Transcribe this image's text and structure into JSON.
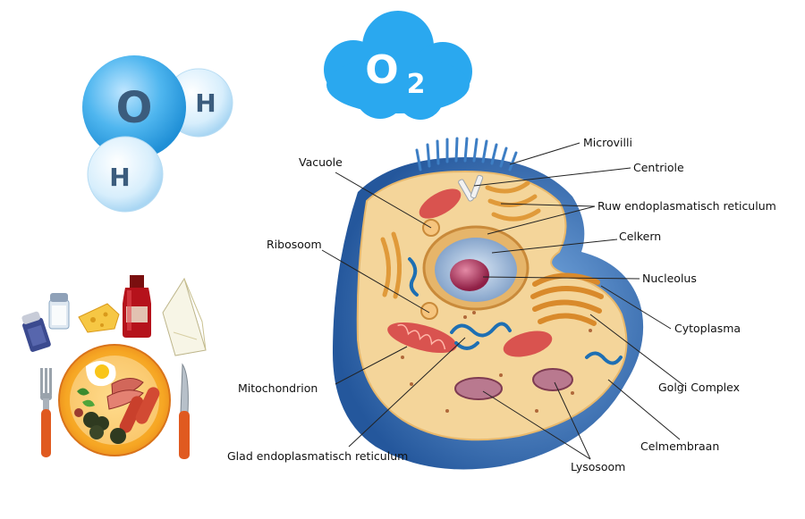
{
  "molecule": {
    "oxygen": "O",
    "hydrogen_top": "H",
    "hydrogen_bottom": "H"
  },
  "o2_cloud": {
    "symbol": "O",
    "subscript": "2"
  },
  "colors": {
    "water_blue": "#3aa7e6",
    "cloud_blue": "#2aa8ef",
    "membrane_blue": "#2f6fb8",
    "cytoplasm": "#f4d59a",
    "mitochondrion": "#d9534f",
    "golgi": "#d98a2b",
    "er_blue": "#1e6fb3",
    "nucleus": "#8ab0d8",
    "nucleolus": "#b4365b"
  },
  "cell_labels": {
    "microvilli": "Microvilli",
    "centriole": "Centriole",
    "ruw_er": "Ruw endoplasmatisch reticulum",
    "celkern": "Celkern",
    "nucleolus": "Nucleolus",
    "cytoplasma": "Cytoplasma",
    "golgi": "Golgi Complex",
    "celmembraan": "Celmembraan",
    "lysosoom": "Lysosoom",
    "glad_er": "Glad endoplasmatisch reticulum",
    "mitochondrion": "Mitochondrion",
    "ribosoom": "Ribosoom",
    "vacuole": "Vacuole"
  }
}
